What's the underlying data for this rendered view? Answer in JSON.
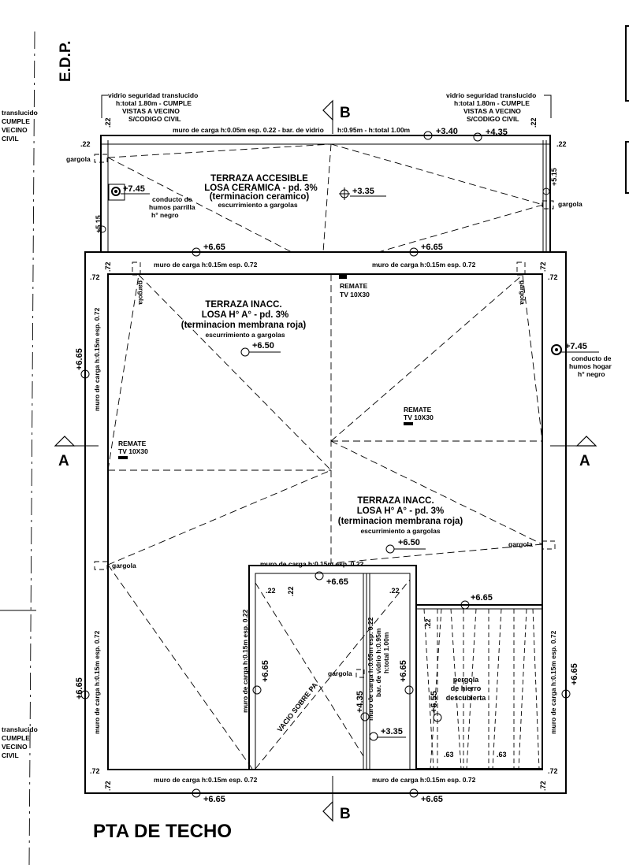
{
  "drawing": {
    "title": "PTA DE TECHO",
    "edp_label": "E.D.P.",
    "section_a": "A",
    "section_b": "B"
  },
  "top_terrace": {
    "name": "TERRAZA ACCESIBLE",
    "slab": "LOSA CERAMICA - pd. 3%",
    "finish": "(terminacion ceramico)",
    "drain": "escurrimiento a gargolas",
    "level": "+3.35",
    "parapet_note": "muro de carga h:0.05m esp. 0.22 - bar. de vidrio",
    "parapet_note2": "h:0.95m - h:total 1.00m",
    "level_a": "+3.40",
    "level_b": "+4.35",
    "glass_note_lines": [
      "vidrio seguridad translucido",
      "h:total 1.80m - CUMPLE",
      "VISTAS A VECINO",
      "S/CODIGO CIVIL"
    ],
    "dim_22": ".22",
    "dim_515": "+5.15",
    "gargola": "gargola",
    "chimney_level": "+7.45",
    "chimney_lines": [
      "conducto de",
      "humos parrilla",
      "h° negro"
    ]
  },
  "main_roof": {
    "wall_note": "muro de carga h:0.15m esp. 0.72",
    "level": "+6.65",
    "dim_72": ".72",
    "remate": "REMATE",
    "remate2": "TV 10X30",
    "terrace1": [
      "TERRAZA INACC.",
      "LOSA H° A° - pd. 3%",
      "(terminacion membrana roja)",
      "escurrimiento a gargolas"
    ],
    "terrace1_level": "+6.50",
    "terrace2": [
      "TERRAZA INACC.",
      "LOSA H° A° - pd. 3%",
      "(terminacion membrana roja)",
      "escurrimiento a gargolas"
    ],
    "terrace2_level": "+6.50",
    "chimney_level": "+7.45",
    "chimney_lines": [
      "conducto de",
      "humos hogar",
      "h° negro"
    ],
    "gargola": "gargola"
  },
  "lower_block": {
    "wall_top": "muro de carga h:0.15m esp. 0.22",
    "wall_side": "muro de carga h:0.15m esp. 0.22",
    "rail_lines": [
      "muro de carga h:0.05m esp. 0.22",
      "bar. de vidrio h:0.95m",
      "h:total 1.00m"
    ],
    "void": "VACIO SOBRE PA",
    "level_665": "+6.65",
    "level_435": "+4.35",
    "level_335": "+3.35",
    "dim_22": ".22",
    "gargola": "gargola",
    "pergola_lines": [
      "pergola",
      "de hierro",
      "descubierta"
    ],
    "pergola_level": "+6.55",
    "dim_63": ".63"
  },
  "left_cut_note": [
    "translucido",
    "CUMPLE",
    "VECINO",
    "CIVIL"
  ],
  "left_cut_note2": [
    "translucido",
    "CUMPLE",
    "VECINO",
    "CIVIL"
  ]
}
